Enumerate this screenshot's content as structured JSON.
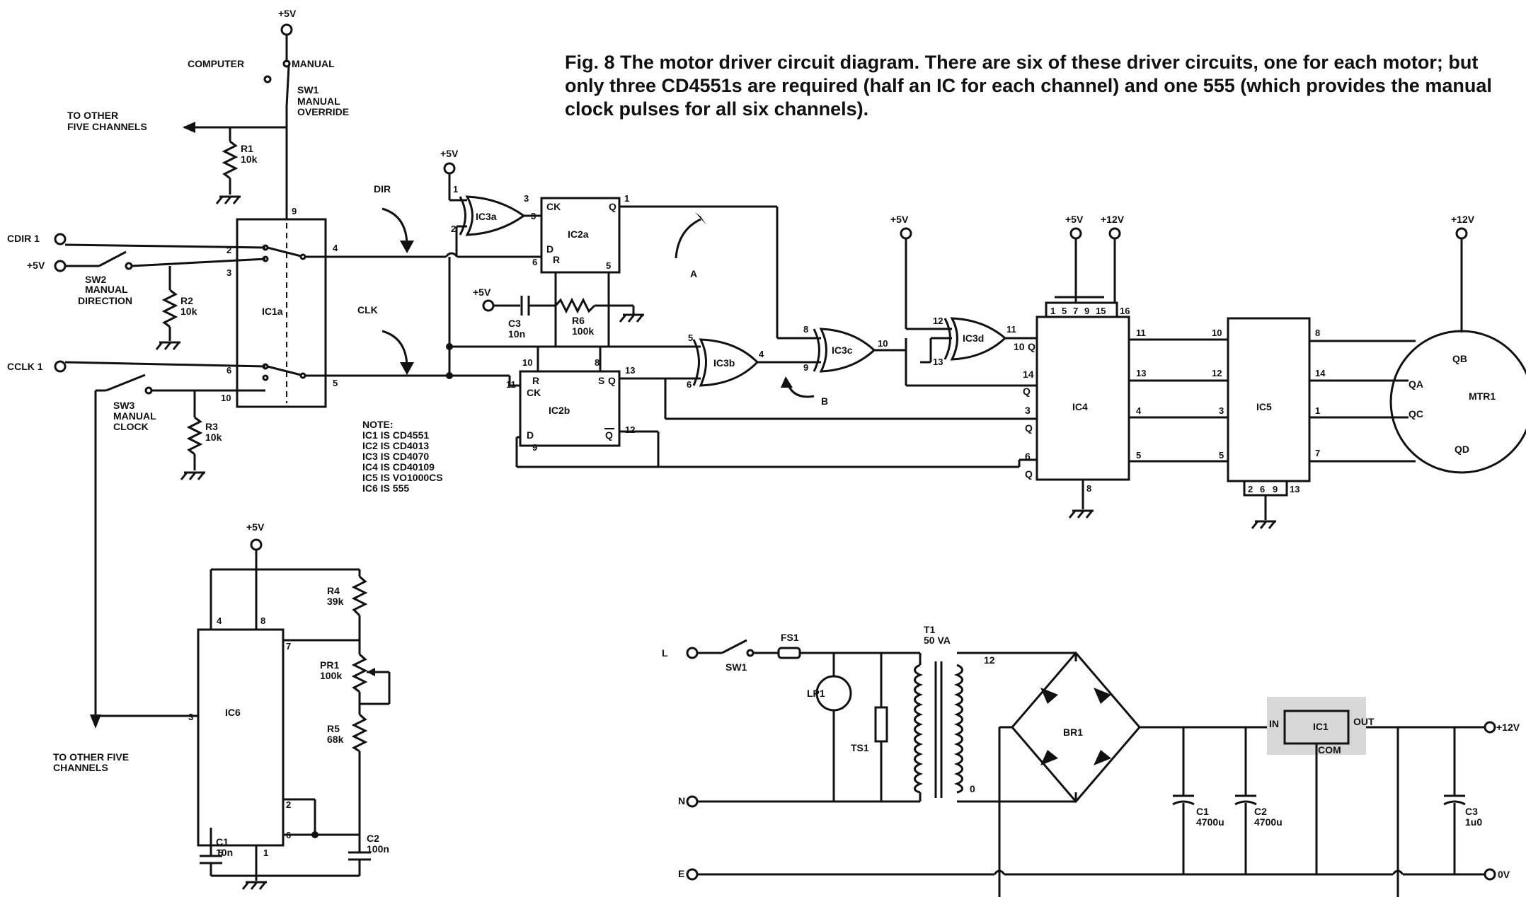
{
  "caption": "Fig. 8 The motor driver circuit diagram. There are six of these driver circuits, one for each motor; but only three CD4551s are required (half an IC for each channel) and one 555 (which provides the manual clock pulses for all six channels).",
  "rails": {
    "v5": "+5V",
    "v12": "+12V",
    "zero": "0V"
  },
  "inputs": {
    "cdir": "CDIR 1",
    "cclk": "CCLK 1"
  },
  "switch_sw1": {
    "name": "SW1",
    "desc1": "MANUAL",
    "desc2": "OVERRIDE",
    "pos1": "COMPUTER",
    "pos2": "MANUAL"
  },
  "switch_sw2": {
    "name": "SW2",
    "desc1": "MANUAL",
    "desc2": "DIRECTION"
  },
  "switch_sw3": {
    "name": "SW3",
    "desc1": "MANUAL",
    "desc2": "CLOCK"
  },
  "channels_note": {
    "line1": "TO OTHER",
    "line2": "FIVE CHANNELS",
    "b1": "TO OTHER FIVE",
    "b2": "CHANNELS"
  },
  "resistors": {
    "r1": {
      "name": "R1",
      "value": "10k"
    },
    "r2": {
      "name": "R2",
      "value": "10k"
    },
    "r3": {
      "name": "R3",
      "value": "10k"
    },
    "r4": {
      "name": "R4",
      "value": "39k"
    },
    "r5": {
      "name": "R5",
      "value": "68k"
    },
    "r6": {
      "name": "R6",
      "value": "100k"
    },
    "pr1": {
      "name": "PR1",
      "value": "100k"
    }
  },
  "caps": {
    "c1": {
      "name": "C1",
      "value": "10n"
    },
    "c2": {
      "name": "C2",
      "value": "100n"
    },
    "c3": {
      "name": "C3",
      "value": "10n"
    }
  },
  "ics": {
    "ic1a": "IC1a",
    "ic2a": "IC2a",
    "ic2b": "IC2b",
    "ic3a": "IC3a",
    "ic3b": "IC3b",
    "ic3c": "IC3c",
    "ic3d": "IC3d",
    "ic4": "IC4",
    "ic5": "IC5",
    "ic6": "IC6"
  },
  "signals": {
    "dir": "DIR",
    "clk": "CLK",
    "a": "A",
    "b": "B"
  },
  "note": {
    "title": "NOTE:",
    "lines": [
      "IC1 IS CD4551",
      "IC2 IS CD4013",
      "IC3 IS CD4070",
      "IC4 IS CD40109",
      "IC5 IS VO1000CS",
      "IC6 IS 555"
    ]
  },
  "motor": {
    "name": "MTR1",
    "qa": "QA",
    "qb": "QB",
    "qc": "QC",
    "qd": "QD"
  },
  "psu": {
    "l": "L",
    "n": "N",
    "e": "E",
    "sw1": "SW1",
    "fs1": "FS1",
    "lp1": "LP1",
    "ts1": "TS1",
    "t1": "T1",
    "t1_rating": "50 VA",
    "tap": "12",
    "tap0": "0",
    "br1": "BR1",
    "ic1": "IC1",
    "in": "IN",
    "out": "OUT",
    "com": "COM",
    "c1": {
      "name": "C1",
      "value": "4700u"
    },
    "c2": {
      "name": "C2",
      "value": "4700u"
    },
    "c3": {
      "name": "C3",
      "value": "1u0"
    }
  }
}
